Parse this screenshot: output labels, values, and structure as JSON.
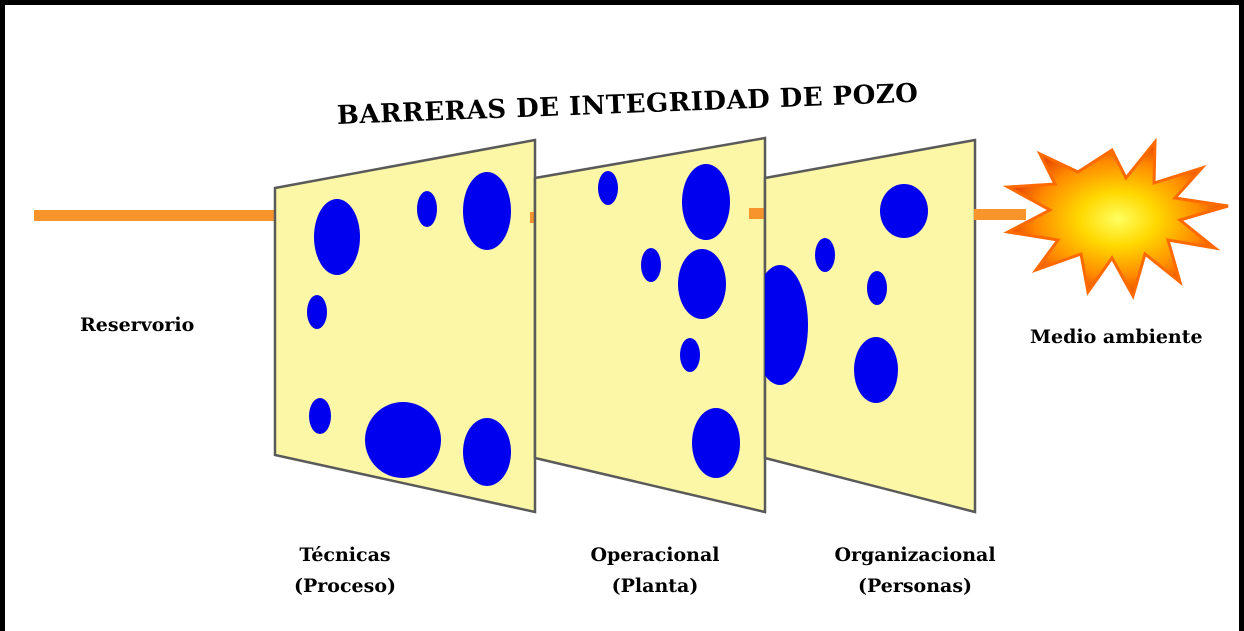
{
  "title": "BARRERAS DE INTEGRIDAD DE POZO",
  "source_label": "Reservorio",
  "target_label": "Medio ambiente",
  "barriers": [
    {
      "line1": "Técnicas",
      "line2": "(Proceso)"
    },
    {
      "line1": "Operacional",
      "line2": "(Planta)"
    },
    {
      "line1": "Organizacional",
      "line2": "(Personas)"
    }
  ],
  "colors": {
    "panel": "#fbf7a6",
    "panel_edge": "#555555",
    "hole": "#0000ee",
    "path": "#f7942b",
    "explosion": "#ff6a00",
    "explosion_core": "#ffff00"
  }
}
